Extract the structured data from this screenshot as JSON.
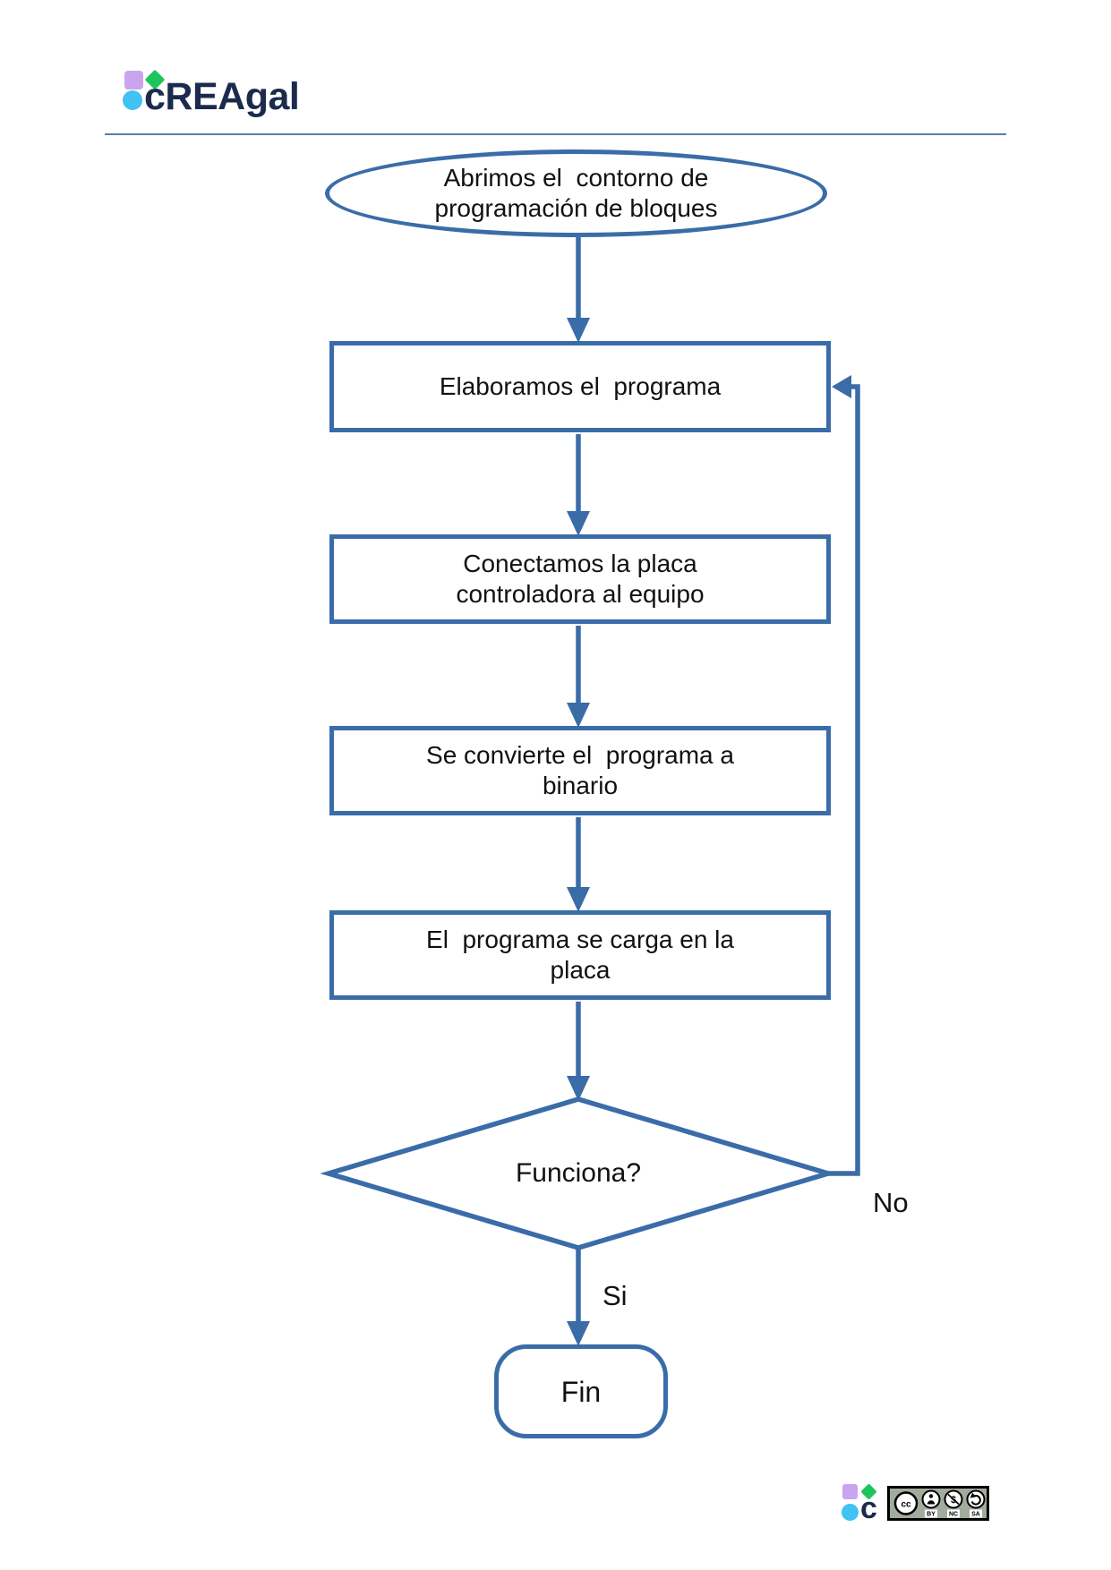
{
  "header": {
    "brand": "cREAgal"
  },
  "flowchart": {
    "nodes": [
      {
        "id": "start",
        "type": "terminator",
        "label": "Abrimos el  contorno de\nprogramación de bloques"
      },
      {
        "id": "step1",
        "type": "process",
        "label": "Elaboramos el  programa"
      },
      {
        "id": "step2",
        "type": "process",
        "label": "Conectamos la placa\ncontroladora al equipo"
      },
      {
        "id": "step3",
        "type": "process",
        "label": "Se convierte el  programa a\nbinario"
      },
      {
        "id": "step4",
        "type": "process",
        "label": "El  programa se carga en la\nplaca"
      },
      {
        "id": "decision",
        "type": "decision",
        "label": "Funciona?"
      },
      {
        "id": "end",
        "type": "terminator",
        "label": "Fin"
      }
    ],
    "edge_labels": {
      "no": "No",
      "si": "Si"
    },
    "colors": {
      "stroke": "#3A6CA8",
      "brand_navy": "#1C2B4D",
      "logo_purple": "#C9A5EF",
      "logo_green": "#1EC45C",
      "logo_cyan": "#41C2F2"
    }
  },
  "footer": {
    "license": {
      "cc": "CC",
      "by": "BY",
      "nc": "NC",
      "sa": "SA"
    }
  }
}
